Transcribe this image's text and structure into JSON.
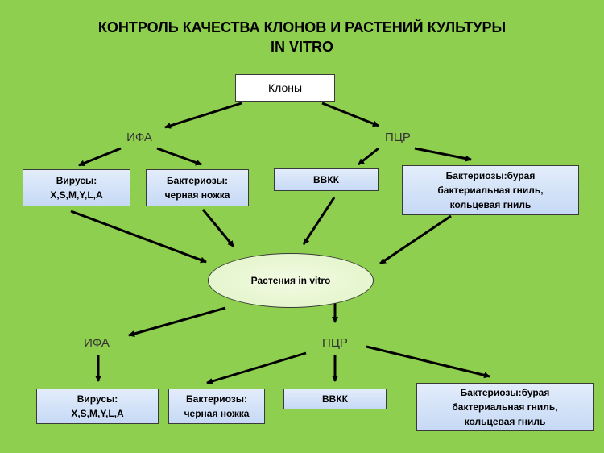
{
  "title": {
    "line1": "КОНТРОЛЬ КАЧЕСТВА  КЛОНОВ И РАСТЕНИЙ КУЛЬТУРЫ",
    "line2": "IN VITRO"
  },
  "top": {
    "root": "Клоны",
    "ifa": "ИФА",
    "pcr": "ПЦР",
    "boxes": [
      {
        "line1": "Вирусы:",
        "line2": "X,S,M,Y,L,A"
      },
      {
        "line1": "Бактериозы:",
        "line2": "черная ножка"
      },
      {
        "line1": "ВВКК"
      },
      {
        "line1": "Бактериозы:бурая",
        "line2": "бактериальная гниль,",
        "line3": "кольцевая гниль"
      }
    ]
  },
  "center": {
    "label": "Растения in vitro"
  },
  "bottom": {
    "ifa": "ИФА",
    "pcr": "ПЦР",
    "boxes": [
      {
        "line1": "Вирусы:",
        "line2": "X,S,M,Y,L,A"
      },
      {
        "line1": "Бактериозы:",
        "line2": "черная ножка"
      },
      {
        "line1": "ВВКК"
      },
      {
        "line1": "Бактериозы:бурая",
        "line2": "бактериальная гниль,",
        "line3": "кольцевая гниль"
      }
    ]
  },
  "colors": {
    "background": "#8fcf4f",
    "box_fill": "#d2e2f8",
    "arrow": "#000000"
  }
}
